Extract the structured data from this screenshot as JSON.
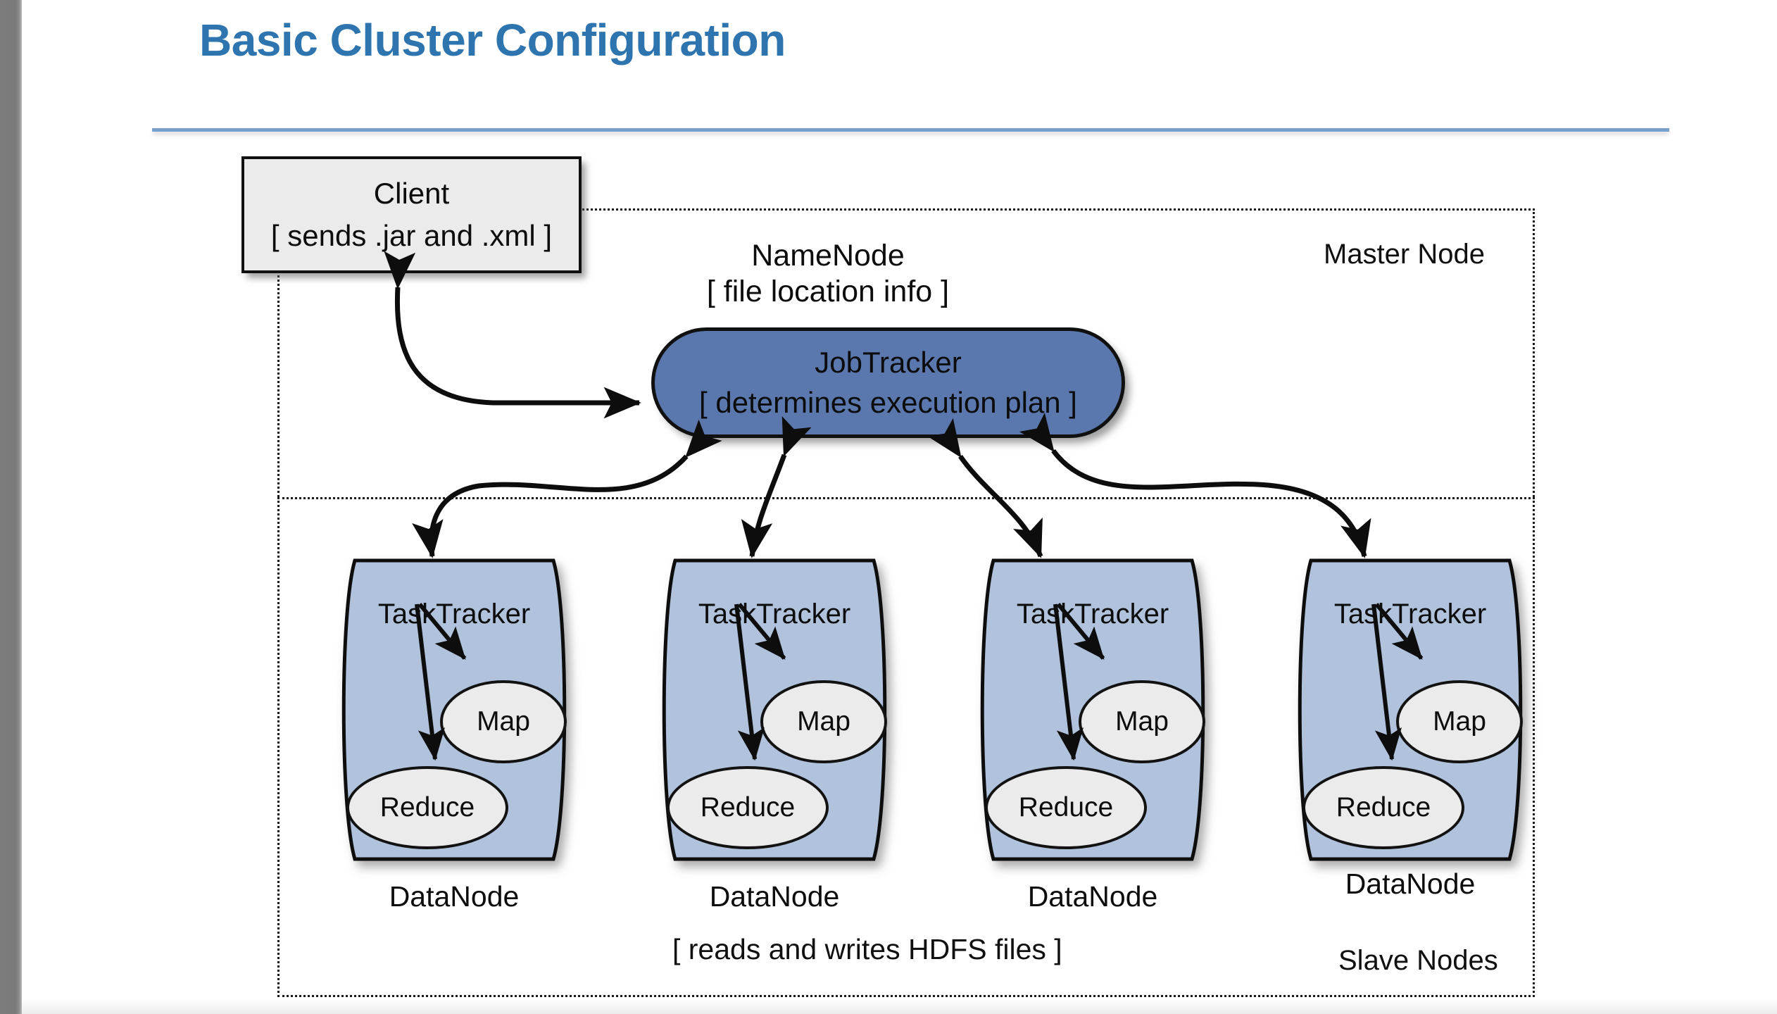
{
  "slide": {
    "title": "Basic Cluster Configuration",
    "title_color": "#2e75af",
    "rule_color": "#79a0cd",
    "background": "#ffffff"
  },
  "colors": {
    "jobtracker_fill": "#5b78ae",
    "datanode_fill": "#b0c2dc",
    "client_fill": "#ebebeb",
    "ellipse_fill": "#ebebeb",
    "stroke": "#101010"
  },
  "diagram": {
    "type": "hadoop-cluster-architecture",
    "client": {
      "title": "Client",
      "subtitle": "[ sends .jar and .xml ]"
    },
    "master_region": {
      "label": "Master Node",
      "namenode": {
        "title": "NameNode",
        "subtitle": "[ file location info ]"
      },
      "jobtracker": {
        "title": "JobTracker",
        "subtitle": "[ determines execution plan ]"
      }
    },
    "slave_region": {
      "label": "Slave Nodes",
      "note": "[ reads and writes HDFS files ]",
      "datanodes": [
        {
          "label": "DataNode",
          "tasktracker": "TaskTracker",
          "map": "Map",
          "reduce": "Reduce"
        },
        {
          "label": "DataNode",
          "tasktracker": "TaskTracker",
          "map": "Map",
          "reduce": "Reduce"
        },
        {
          "label": "DataNode",
          "tasktracker": "TaskTracker",
          "map": "Map",
          "reduce": "Reduce"
        },
        {
          "label": "DataNode",
          "tasktracker": "TaskTracker",
          "map": "Map",
          "reduce": "Reduce"
        }
      ]
    },
    "connections": [
      {
        "from": "Client",
        "to": "JobTracker",
        "style": "bidirectional-curve"
      },
      {
        "from": "JobTracker",
        "to": "DataNode 1",
        "style": "bidirectional-curve"
      },
      {
        "from": "JobTracker",
        "to": "DataNode 2",
        "style": "bidirectional-curve"
      },
      {
        "from": "JobTracker",
        "to": "DataNode 3",
        "style": "bidirectional-curve"
      },
      {
        "from": "JobTracker",
        "to": "DataNode 4",
        "style": "bidirectional-curve"
      },
      {
        "from": "TaskTracker",
        "to": "Map",
        "style": "arrow"
      },
      {
        "from": "TaskTracker",
        "to": "Reduce",
        "style": "arrow"
      }
    ]
  }
}
